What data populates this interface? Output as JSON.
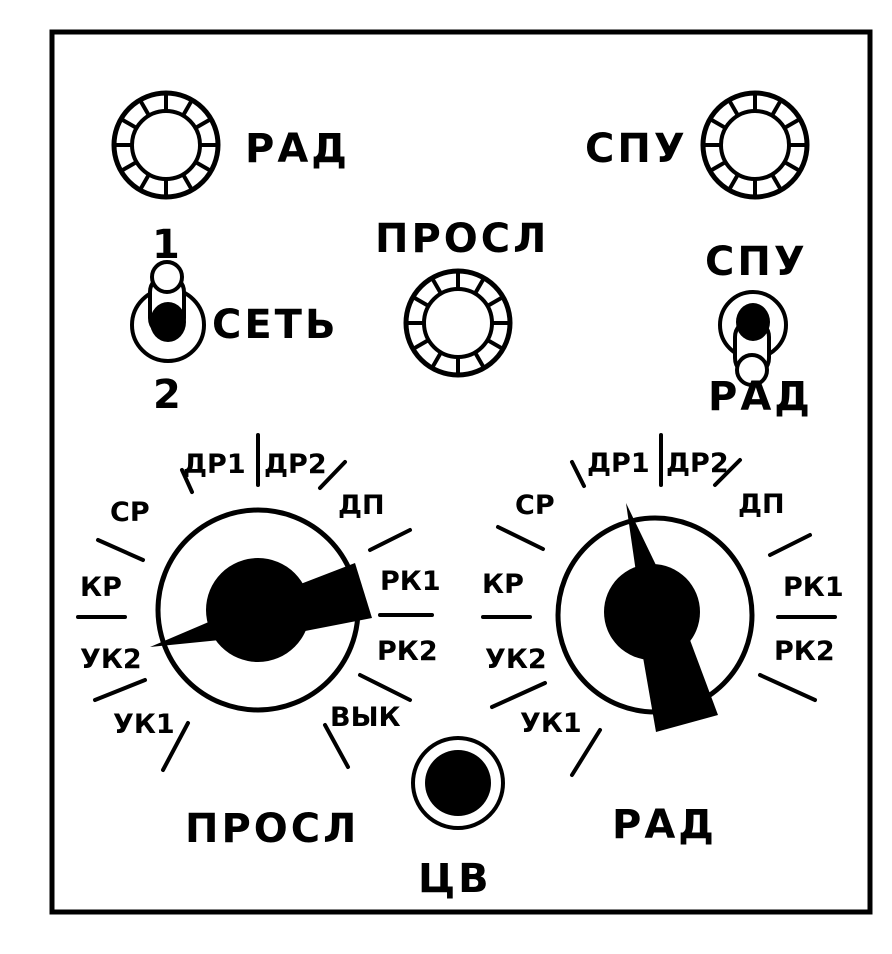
{
  "panel": {
    "knobs": {
      "rad": "РАД",
      "spu": "СПУ",
      "prosl": "ПРОСЛ"
    },
    "toggle_set": {
      "label": "СЕТЬ",
      "pos_top": "1",
      "pos_bottom": "2"
    },
    "toggle_spu_rad": {
      "top": "СПУ",
      "bottom": "РАД"
    },
    "selector_prosl": {
      "title": "ПРОСЛ",
      "positions": [
        "ДР1",
        "ДР2",
        "ДП",
        "РК1",
        "РК2",
        "ВЫК",
        "УК1",
        "УК2",
        "КР",
        "СР"
      ]
    },
    "selector_rad": {
      "title": "РАД",
      "positions": [
        "ДР1",
        "ДР2",
        "ДП",
        "РК1",
        "РК2",
        "УК1",
        "УК2",
        "КР",
        "СР"
      ]
    },
    "button": {
      "label": "ЦВ"
    }
  }
}
